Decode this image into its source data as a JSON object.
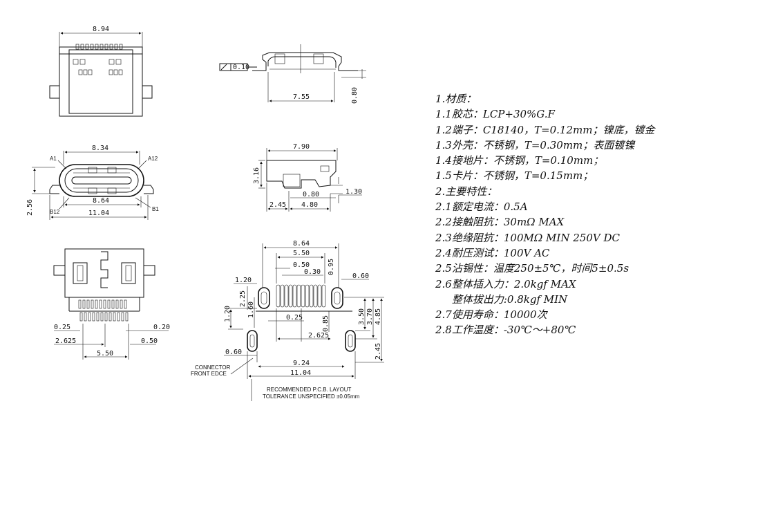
{
  "dimensions": {
    "front_view": {
      "width": "8.94"
    },
    "side_view": {
      "flatness": "0.10",
      "body_width": "7.55",
      "height": "0.80"
    },
    "end_view": {
      "top_width": "8.34",
      "pin_a1": "A1",
      "pin_a12": "A12",
      "bottom_width": "8.64",
      "height": "2.56",
      "overall_width": "11.04",
      "pin_b12": "B12",
      "pin_b1": "B1"
    },
    "profile_view": {
      "length": "7.90",
      "height": "3.16",
      "offset": "0.80",
      "tab": "1.30",
      "left": "2.45",
      "body": "4.80"
    },
    "bottom_view": {
      "left_pitch": "0.25",
      "right_pitch": "0.20",
      "offset": "2.625",
      "right_gap": "0.50",
      "span": "5.50"
    },
    "pcb_layout": {
      "overall_top": "8.64",
      "pad_span": "5.50",
      "pad_width": "0.50",
      "pitch": "0.30",
      "pad_height": "0.95",
      "hole_w": "0.60",
      "hole_top": "1.20",
      "hole_gap": "2.25",
      "slot_h": "1.20",
      "slot_len": "1.60",
      "pad_gap": "0.25",
      "pad_depth": "0.85",
      "center_offset": "2.625",
      "right_h1": "3.50",
      "right_h2": "3.70",
      "right_h3": "4.85",
      "bottom_h": "2.45",
      "slot_w": "0.60",
      "slot_span": "9.24",
      "overall_width": "11.04",
      "connector_label_1": "CONNECTOR",
      "connector_label_2": "FRONT EDCE",
      "title_1": "RECOMMENDED P.C.B. LAYOUT",
      "title_2": "TOLERANCE UNSPECIFIED ±0.05mm"
    }
  },
  "specs": [
    "1.材质：",
    "1.1胶芯：LCP+30%G.F",
    "1.2端子：C18140，T=0.12mm；镍底，镀金",
    "1.3外壳：不锈钢，T=0.30mm；表面镀镍",
    "1.4接地片：不锈钢，T=0.10mm；",
    "1.5卡片：不锈钢，T=0.15mm；",
    "2.主要特性：",
    "2.1额定电流：0.5A",
    "2.2接触阻抗：30mΩ MAX",
    "2.3绝缘阻抗：100MΩ MIN 250V DC",
    "2.4耐压测试：100V AC",
    "2.5沾锡性：温度250±5℃，时间5±0.5s",
    "2.6整体插入力：2.0kgf MAX",
    "     整体拔出力:0.8kgf MIN",
    "2.7使用寿命：10000次",
    "2.8工作温度：-30℃～+80℃"
  ]
}
